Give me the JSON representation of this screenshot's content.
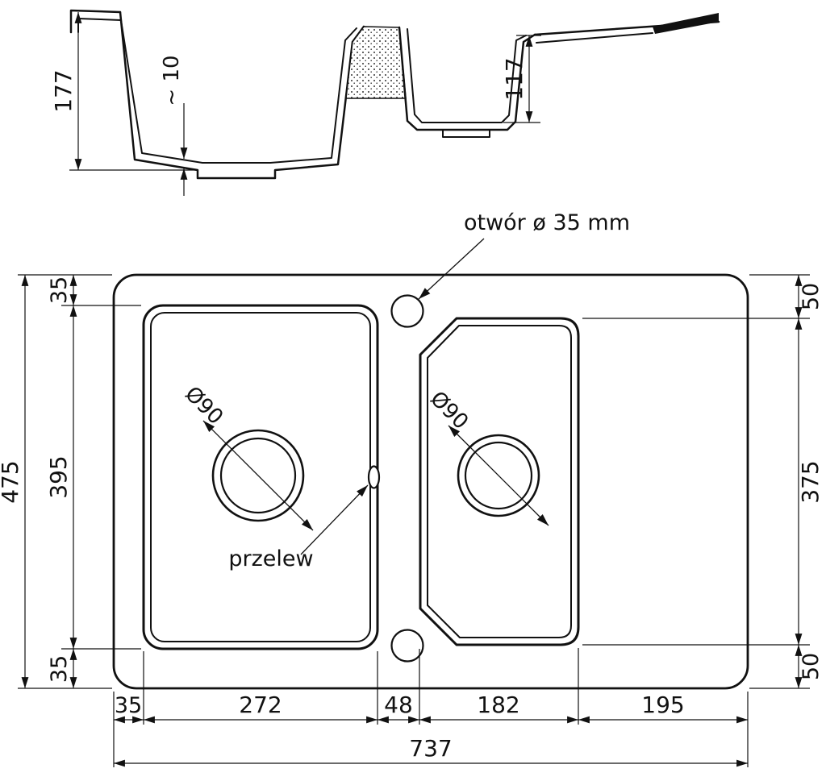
{
  "section": {
    "dim_depth_total": "177",
    "dim_bottom_thickness": "~ 10",
    "dim_depth_small_bowl": "117"
  },
  "plan": {
    "label_faucet_hole": "otwór ø 35 mm",
    "label_overflow": "przelew",
    "label_drain_left": "Ø90",
    "label_drain_right": "Ø90",
    "dim_total_height": "475",
    "dim_left_top": "35",
    "dim_bowl_left_height": "395",
    "dim_left_bottom": "35",
    "dim_right_top": "50",
    "dim_bowl_right_height": "375",
    "dim_right_bottom": "50",
    "dim_bottom_margin_left": "35",
    "dim_bowl_left_width": "272",
    "dim_gap": "48",
    "dim_bowl_right_width": "182",
    "dim_drainer_width": "195",
    "dim_total_width": "737"
  }
}
